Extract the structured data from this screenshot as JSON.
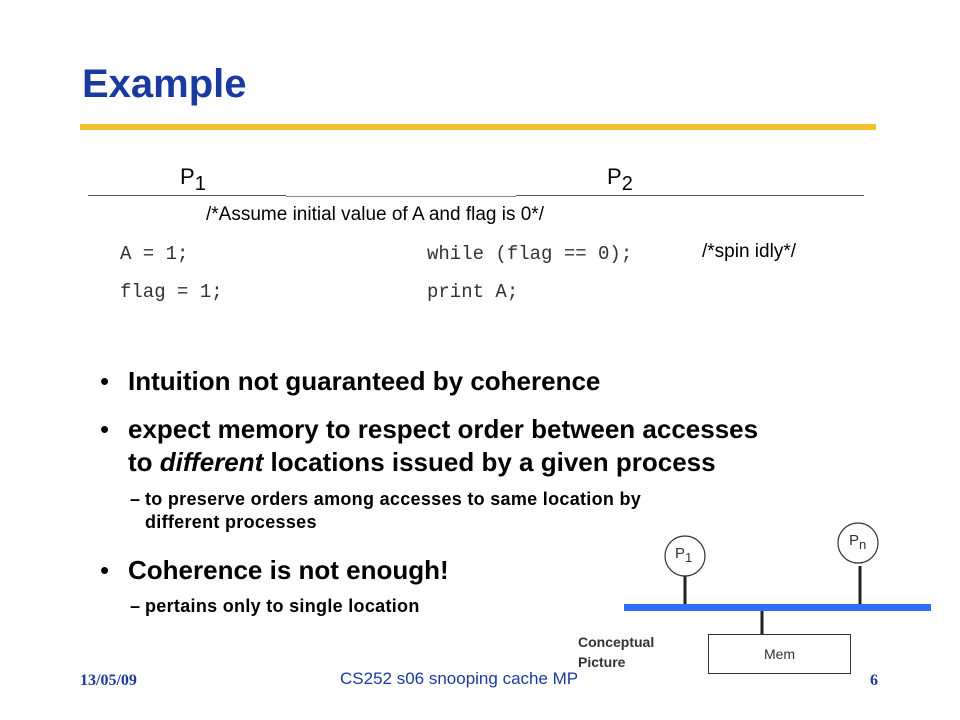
{
  "slide": {
    "title": "Example",
    "p1_label": "P",
    "p1_sub": "1",
    "p2_label": "P",
    "p2_sub": "2",
    "assume_comment": "/*Assume initial value of A and  flag is 0*/",
    "code": {
      "p1_line1": "A = 1;",
      "p1_line2": "flag = 1;",
      "p2_line1": "while (flag == 0);",
      "p2_line1_comment": "/*spin idly*/",
      "p2_line2": "print A;"
    },
    "bullets": [
      {
        "text": "Intuition not guaranteed by coherence"
      },
      {
        "text_line1": "expect memory to respect order between accesses",
        "text_line2_pre": "to ",
        "text_line2_emph": "different",
        "text_line2_post": " locations issued by a given process"
      },
      {
        "text": "Coherence is not enough!"
      }
    ],
    "sub_bullets": [
      {
        "dash": "–",
        "line1": "to preserve orders among accesses to same location by",
        "line2": "different processes"
      },
      {
        "dash": "–",
        "line1": "pertains only to single location"
      }
    ],
    "bullet_symbol": "•",
    "diagram": {
      "proc1_label": "P",
      "proc1_sub": "1",
      "procn_label": "P",
      "procn_sub": "n",
      "mem_label": "Mem",
      "caption_line1": "Conceptual",
      "caption_line2": "Picture"
    },
    "footer": {
      "date": "13/05/09",
      "course": "CS252 s06 snooping cache MP",
      "page": "6"
    },
    "colors": {
      "title": "#1a3a9e",
      "rule": "#f2c12e",
      "bus": "#2f6ef5"
    }
  }
}
